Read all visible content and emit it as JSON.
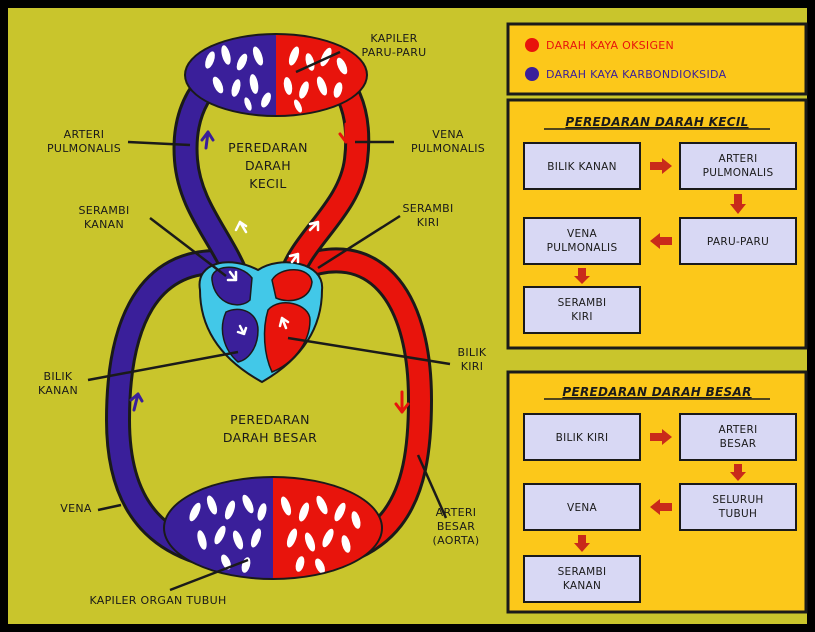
{
  "diagram": {
    "labels": {
      "kapiler_paru": [
        "KAPILER",
        "PARU-PARU"
      ],
      "arteri_pulmonalis": [
        "ARTERI",
        "PULMONALIS"
      ],
      "vena_pulmonalis": [
        "VENA",
        "PULMONALIS"
      ],
      "peredaran_kecil": [
        "PEREDARAN",
        "DARAH",
        "KECIL"
      ],
      "serambi_kanan": [
        "SERAMBI",
        "KANAN"
      ],
      "serambi_kiri": [
        "SERAMBI",
        "KIRI"
      ],
      "bilik_kanan": [
        "BILIK",
        "KANAN"
      ],
      "bilik_kiri": [
        "BILIK",
        "KIRI"
      ],
      "peredaran_besar": [
        "PEREDARAN",
        "DARAH BESAR"
      ],
      "vena": "VENA",
      "arteri_besar": [
        "ARTERI",
        "BESAR",
        "(AORTA)"
      ],
      "kapiler_organ": "KAPILER ORGAN TUBUH"
    }
  },
  "legend": {
    "items": [
      {
        "label": "DARAH KAYA OKSIGEN",
        "color": "#e8140c"
      },
      {
        "label": "DARAH KAYA KARBONDIOKSIDA",
        "color": "#3a1f9a"
      }
    ]
  },
  "panel_kecil": {
    "title": "PEREDARAN DARAH KECIL",
    "boxes": {
      "b1": [
        "BILIK KANAN"
      ],
      "b2": [
        "ARTERI",
        "PULMONALIS"
      ],
      "b3": [
        "PARU-PARU"
      ],
      "b4": [
        "VENA",
        "PULMONALIS"
      ],
      "b5": [
        "SERAMBI",
        "KIRI"
      ]
    }
  },
  "panel_besar": {
    "title": "PEREDARAN DARAH BESAR",
    "boxes": {
      "b1": [
        "BILIK KIRI"
      ],
      "b2": [
        "ARTERI",
        "BESAR"
      ],
      "b3": [
        "SELURUH",
        "TUBUH"
      ],
      "b4": [
        "VENA"
      ],
      "b5": [
        "SERAMBI",
        "KANAN"
      ]
    }
  },
  "colors": {
    "background": "#c9c52c",
    "oxygen": "#e8140c",
    "co2": "#3a1f9a",
    "heart": "#42c8e8",
    "panel": "#fcc81a",
    "box": "#d8d8f4",
    "arrow": "#c92a1a"
  }
}
